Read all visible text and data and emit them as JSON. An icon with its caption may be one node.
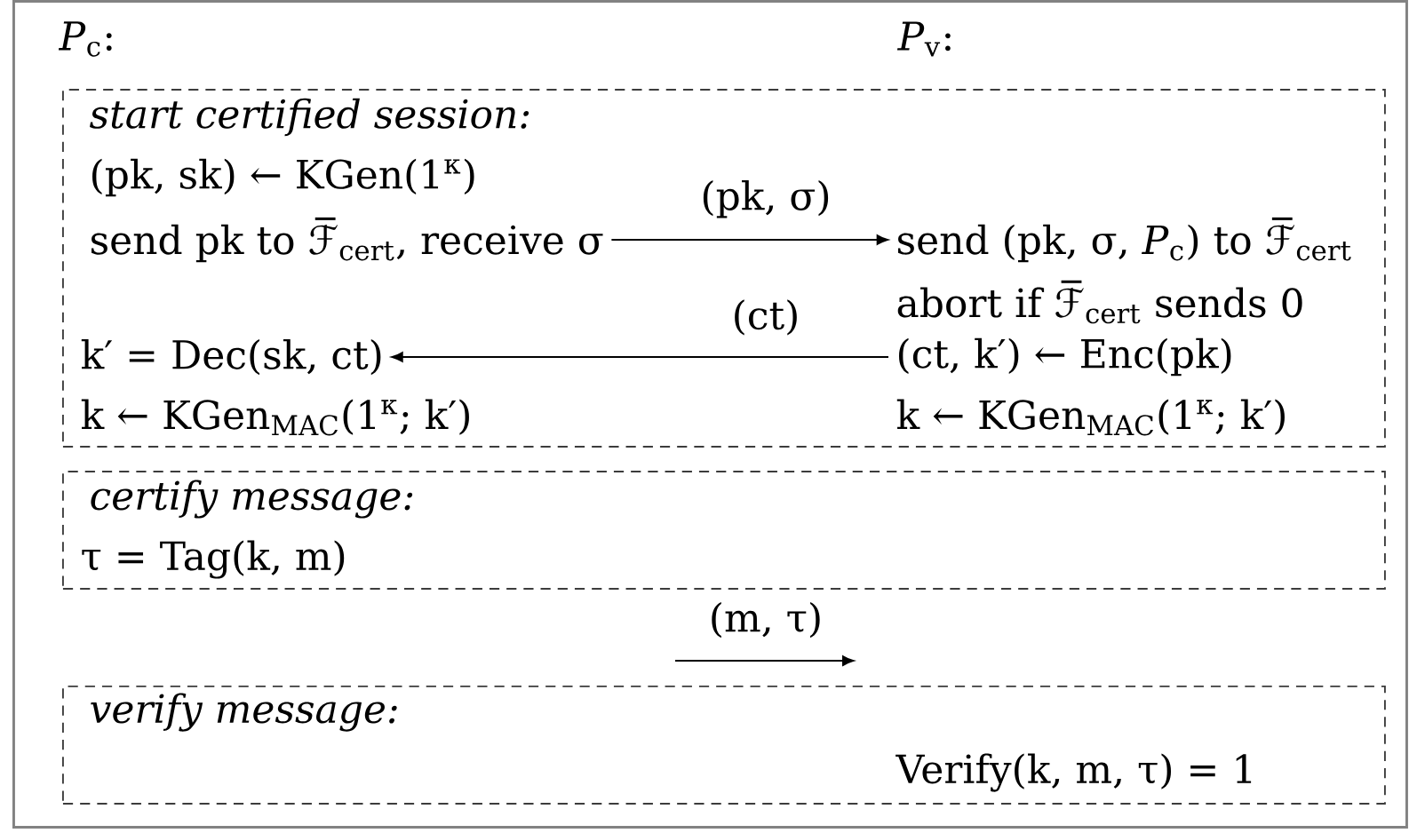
{
  "diagram": {
    "nodes": [
      {
        "text": [
          "*P*$_{c}$:",
          "*P*$_{v}$:"
        ]
      },
      {
        "text": [
          "start certified session:"
        ],
        "in": 0
      },
      {
        "text": [
          "send pk to ℱ̅$_{cert}$, receive σ"
        ],
        "in": 1
      },
      {
        "text": [
          "send (pk, σ, *P*$_{c}$) to ℱ̅$_{cert}$"
        ],
        "in": 1
      },
      {
        "text": [
          "k′ = Dec(sk, ct)"
        ],
        "in": 1
      },
      {
        "text": [
          "(ct, k′) ← Enc(pk)"
        ],
        "in": 1
      },
      {
        "text": [
          "certify message:",
          "τ = Tag(k, m)"
        ],
        "in": 0
      },
      {
        "text": [
          "verify message:",
          "Verify(k, m, τ) = 1"
        ],
        "in": 0
      }
    ],
    "edges": [
      {
        "from": 2,
        "to": 3,
        "arrow": "to",
        "label": "(pk, σ)"
      },
      {
        "from": 5,
        "to": 4,
        "arrow": "to",
        "label": "(ct)"
      }
    ],
    "labels": [
      "(pk, sk) ← KGen(1$^{κ}$)",
      "abort if ℱ̅$_{cert}$ sends 0",
      "k ← KGen$_{MAC}$(1$^{κ}$; k′)",
      "k ← KGen$_{MAC}$(1$^{κ}$; k′)",
      "(m, τ)"
    ]
  }
}
